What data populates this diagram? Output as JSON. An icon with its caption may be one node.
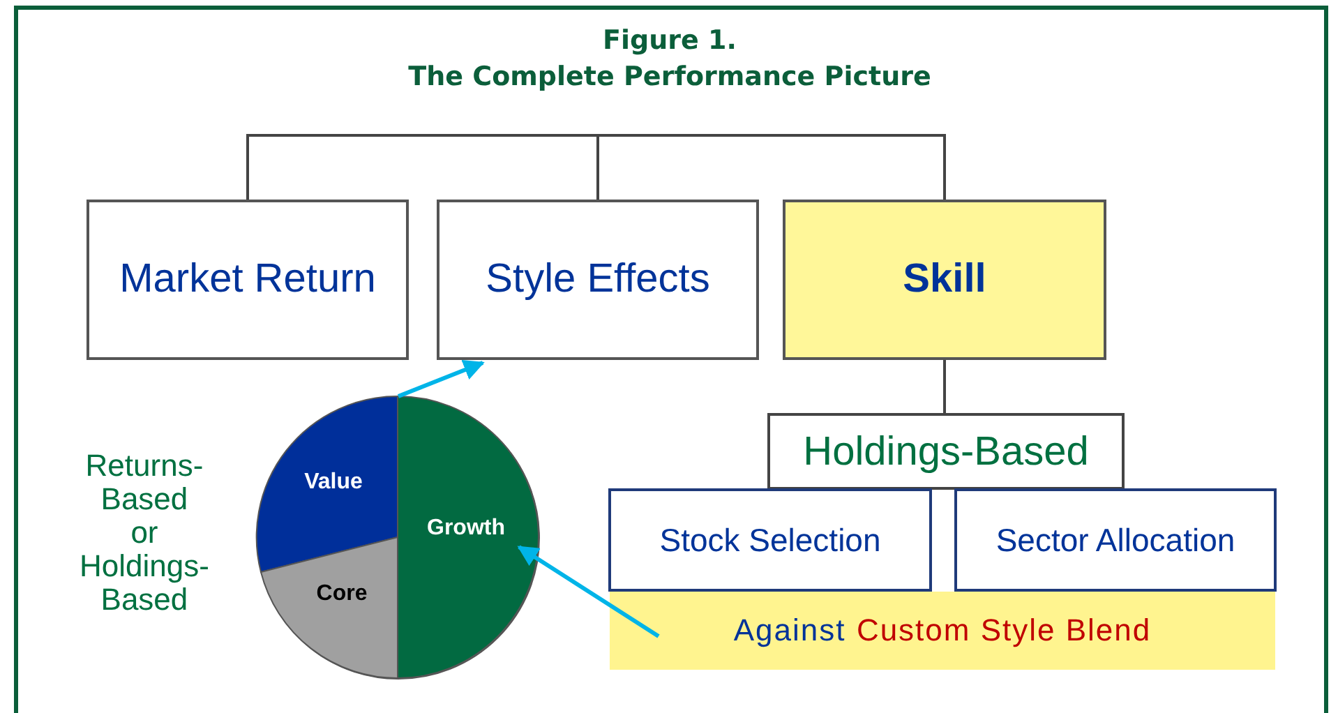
{
  "diagram": {
    "title": "Figure 1. The Complete Performance Picture",
    "nodes": [
      {
        "text": [
          "Market Return"
        ]
      },
      {
        "text": [
          "Style Effects"
        ]
      },
      {
        "text": [
          "Skill"
        ]
      },
      {
        "text": [
          "Holdings-Based"
        ]
      },
      {
        "text": [
          "Stock Selection"
        ]
      },
      {
        "text": [
          "Sector Allocation"
        ]
      },
      {
        "text": [
          "Against",
          "Custom Style Blend"
        ]
      },
      {
        "text": [],
        "shape": "circle",
        "beside": [
          "Returns- Based or Holdings- Based"
        ]
      },
      {
        "text": [
          "Value"
        ],
        "in": 7
      },
      {
        "text": [
          "Core"
        ],
        "in": 7
      },
      {
        "text": [
          "Growth"
        ],
        "in": 7
      }
    ],
    "edges": [
      {
        "from": 1,
        "to": 0,
        "arrow": "none"
      },
      {
        "from": 1,
        "to": 2,
        "arrow": "none"
      },
      {
        "from": 2,
        "to": 3,
        "arrow": "none"
      },
      {
        "from": 7,
        "to": 1,
        "arrow": "to",
        "color": "#00b4e8"
      },
      {
        "from": 6,
        "to": 10,
        "arrow": "to",
        "color": "#00b4e8"
      }
    ]
  }
}
